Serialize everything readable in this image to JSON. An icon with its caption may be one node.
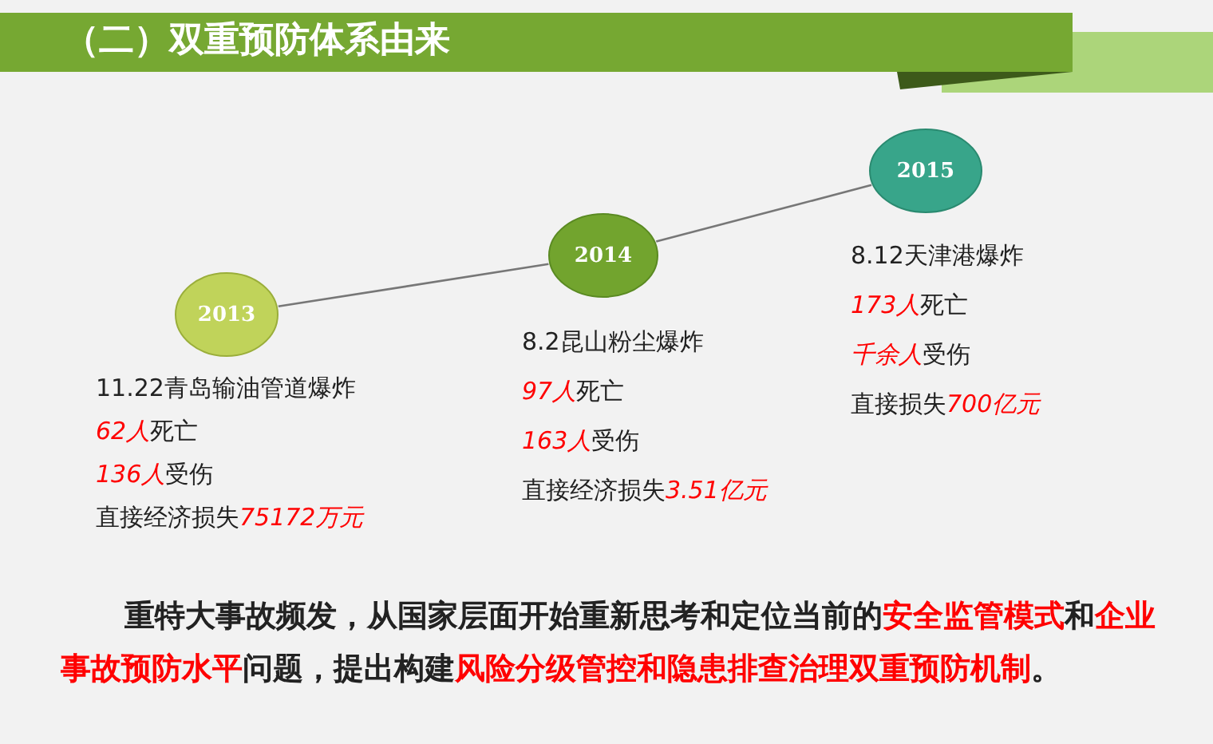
{
  "diagram": {
    "title": "（二）双重预防体系由来",
    "nodes": [
      {
        "text": [
          "2013"
        ],
        "beside": [
          "11.22青岛输油管道爆炸",
          "**62人**死亡",
          "**136人**受伤",
          "直接经济损失**75172万元**"
        ]
      },
      {
        "text": [
          "2014"
        ],
        "beside": [
          "8.2昆山粉尘爆炸",
          "**97人**死亡",
          "**163人**受伤",
          "直接经济损失**3.51亿元**"
        ]
      },
      {
        "text": [
          "2015"
        ],
        "beside": [
          "8.12天津港爆炸",
          "**173人**死亡",
          "**千余人**受伤",
          "直接损失**700亿元**"
        ]
      }
    ],
    "edges": [
      {
        "from": 0,
        "to": 1,
        "arrow": "none"
      },
      {
        "from": 1,
        "to": 2,
        "arrow": "none"
      }
    ],
    "labels": [
      "重特大事故频发，从国家层面开始重新思考和定位当前的**安全监管模式**和**企业事故预防水平**问题，提出构建**风险分级管控和隐患排查治理双重预防机制**。"
    ]
  }
}
